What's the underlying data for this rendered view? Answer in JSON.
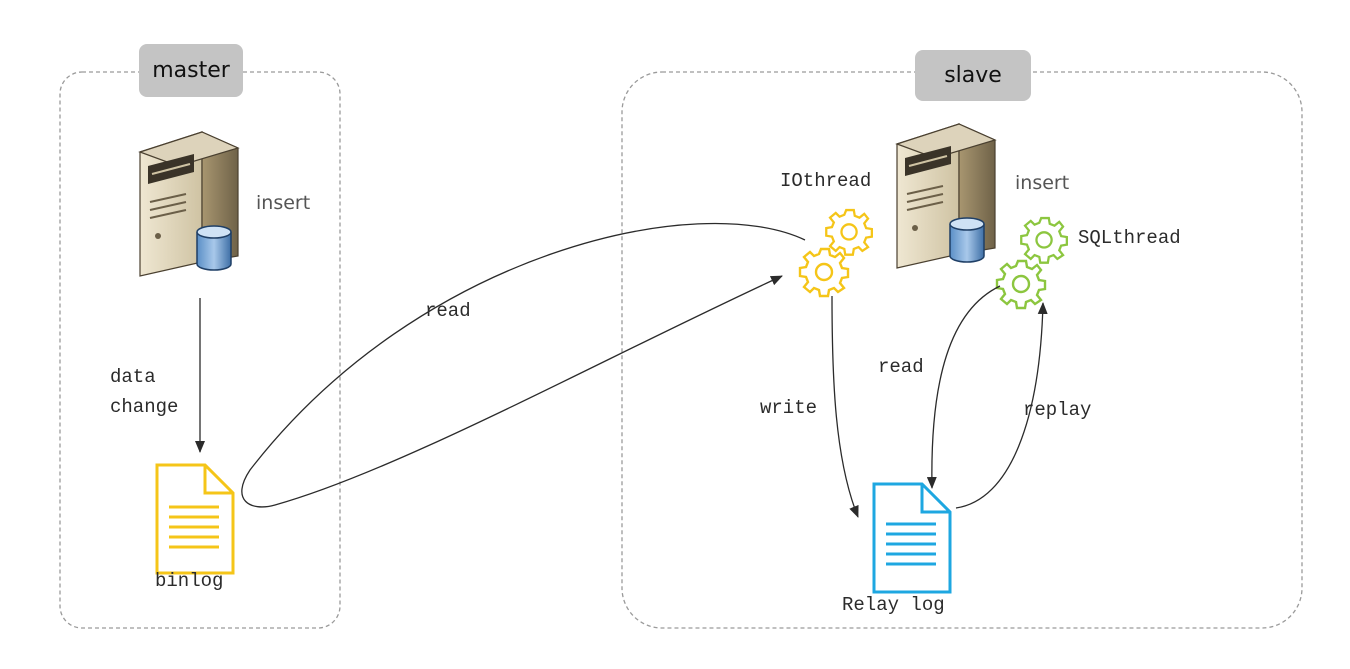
{
  "master": {
    "title": "master",
    "server_label": "insert",
    "edge_label_line1": "data",
    "edge_label_line2": "change",
    "file_label": "binlog"
  },
  "replication": {
    "read_label": "read"
  },
  "slave": {
    "title": "slave",
    "server_label": "insert",
    "io_thread_label": "IOthread",
    "sql_thread_label": "SQLthread",
    "write_label": "write",
    "read_label": "read",
    "replay_label": "replay",
    "file_label": "Relay log"
  },
  "colors": {
    "box_border": "#9a9a9a",
    "tag_fill": "#c4c4c4",
    "io_gear": "#f5c518",
    "sql_gear": "#8cc63f",
    "binlog_file": "#f5c518",
    "relay_file": "#1ea7e1",
    "arrow": "#2b2b2b"
  },
  "icons": [
    "server-icon",
    "database-icon",
    "gear-icon",
    "document-icon"
  ]
}
